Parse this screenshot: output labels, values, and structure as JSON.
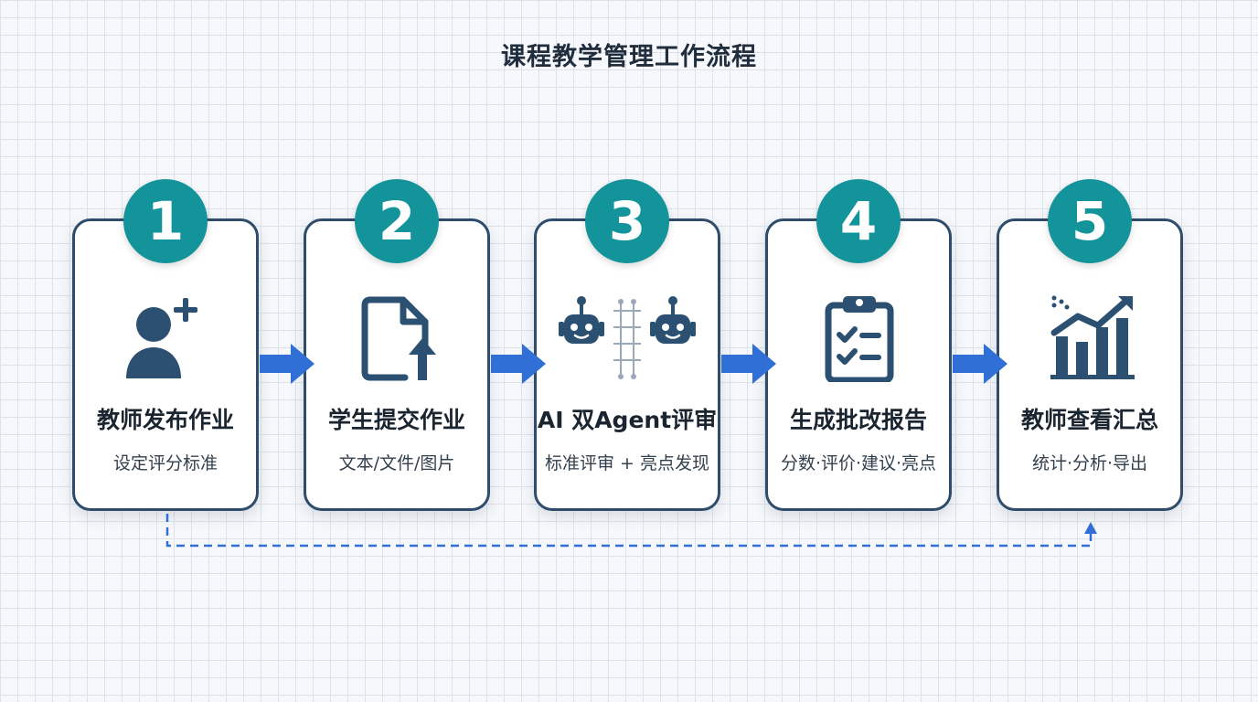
{
  "title": "课程教学管理工作流程",
  "colors": {
    "badge": "#13939a",
    "border": "#2f4d6b",
    "icon": "#2b5071",
    "arrow": "#2f6fd6"
  },
  "steps": [
    {
      "number": "1",
      "title": "教师发布作业",
      "desc": "设定评分标准",
      "icon": "user-plus-icon"
    },
    {
      "number": "2",
      "title": "学生提交作业",
      "desc": "文本/文件/图片",
      "icon": "file-upload-icon"
    },
    {
      "number": "3",
      "title": "AI 双Agent评审",
      "desc": "标准评审 + 亮点发现",
      "icon": "dual-robot-icon"
    },
    {
      "number": "4",
      "title": "生成批改报告",
      "desc": "分数·评价·建议·亮点",
      "icon": "clipboard-check-icon"
    },
    {
      "number": "5",
      "title": "教师查看汇总",
      "desc": "统计·分析·导出",
      "icon": "growth-chart-icon"
    }
  ]
}
